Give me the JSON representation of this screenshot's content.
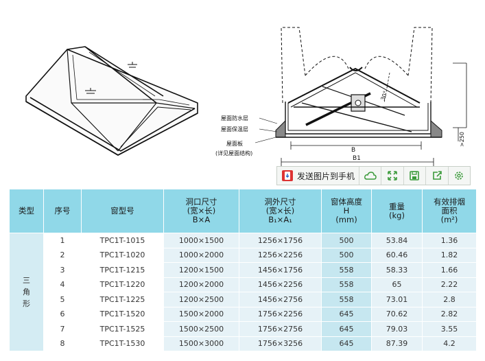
{
  "drawing": {
    "labels": {
      "waterproof": "屋面防水层",
      "insulation": "屋面保温层",
      "roof_board": "屋面板",
      "roof_structure_note": "(详见屋面结构)",
      "dim_b": "B",
      "dim_b1": "B1",
      "angle": "30°",
      "height_dim": ">250"
    }
  },
  "toolbar": {
    "send_label": "发送图片到手机",
    "buttons": [
      "cloud-icon",
      "expand-icon",
      "save-icon",
      "share-icon",
      "settings-icon"
    ],
    "accent_color": "#3a9a3a"
  },
  "table": {
    "headers": {
      "type": "类型",
      "index": "序号",
      "model": "窗型号",
      "opening_l1": "洞口尺寸",
      "opening_l2": "(宽×长)",
      "opening_l3": "B×A",
      "outer_l1": "洞外尺寸",
      "outer_l2": "(宽×长)",
      "outer_l3": "B₁×A₁",
      "height_l1": "窗体高度",
      "height_l2": "H",
      "height_l3": "(mm)",
      "weight_l1": "重量",
      "weight_l2": "(kg)",
      "area_l1": "有效排烟",
      "area_l2": "面积",
      "area_l3": "(m²)"
    },
    "type_value": "三角形",
    "rows": [
      {
        "idx": "1",
        "model": "TPC1T-1015",
        "opening": "1000×1500",
        "outer": "1256×1756",
        "height": "500",
        "weight": "53.84",
        "area": "1.36"
      },
      {
        "idx": "2",
        "model": "TPC1T-1020",
        "opening": "1000×2000",
        "outer": "1256×2256",
        "height": "500",
        "weight": "60.46",
        "area": "1.82"
      },
      {
        "idx": "3",
        "model": "TPC1T-1215",
        "opening": "1200×1500",
        "outer": "1456×1756",
        "height": "558",
        "weight": "58.33",
        "area": "1.66"
      },
      {
        "idx": "4",
        "model": "TPC1T-1220",
        "opening": "1200×2000",
        "outer": "1456×2256",
        "height": "558",
        "weight": "65",
        "area": "2.22"
      },
      {
        "idx": "5",
        "model": "TPC1T-1225",
        "opening": "1200×2500",
        "outer": "1456×2756",
        "height": "558",
        "weight": "73.01",
        "area": "2.8"
      },
      {
        "idx": "6",
        "model": "TPC1T-1520",
        "opening": "1500×2000",
        "outer": "1756×2256",
        "height": "645",
        "weight": "70.62",
        "area": "2.82"
      },
      {
        "idx": "7",
        "model": "TPC1T-1525",
        "opening": "1500×2500",
        "outer": "1756×2756",
        "height": "645",
        "weight": "79.03",
        "area": "3.55"
      },
      {
        "idx": "8",
        "model": "TPC1T-1530",
        "opening": "1500×3000",
        "outer": "1756×3256",
        "height": "645",
        "weight": "87.39",
        "area": "4.2"
      }
    ]
  }
}
